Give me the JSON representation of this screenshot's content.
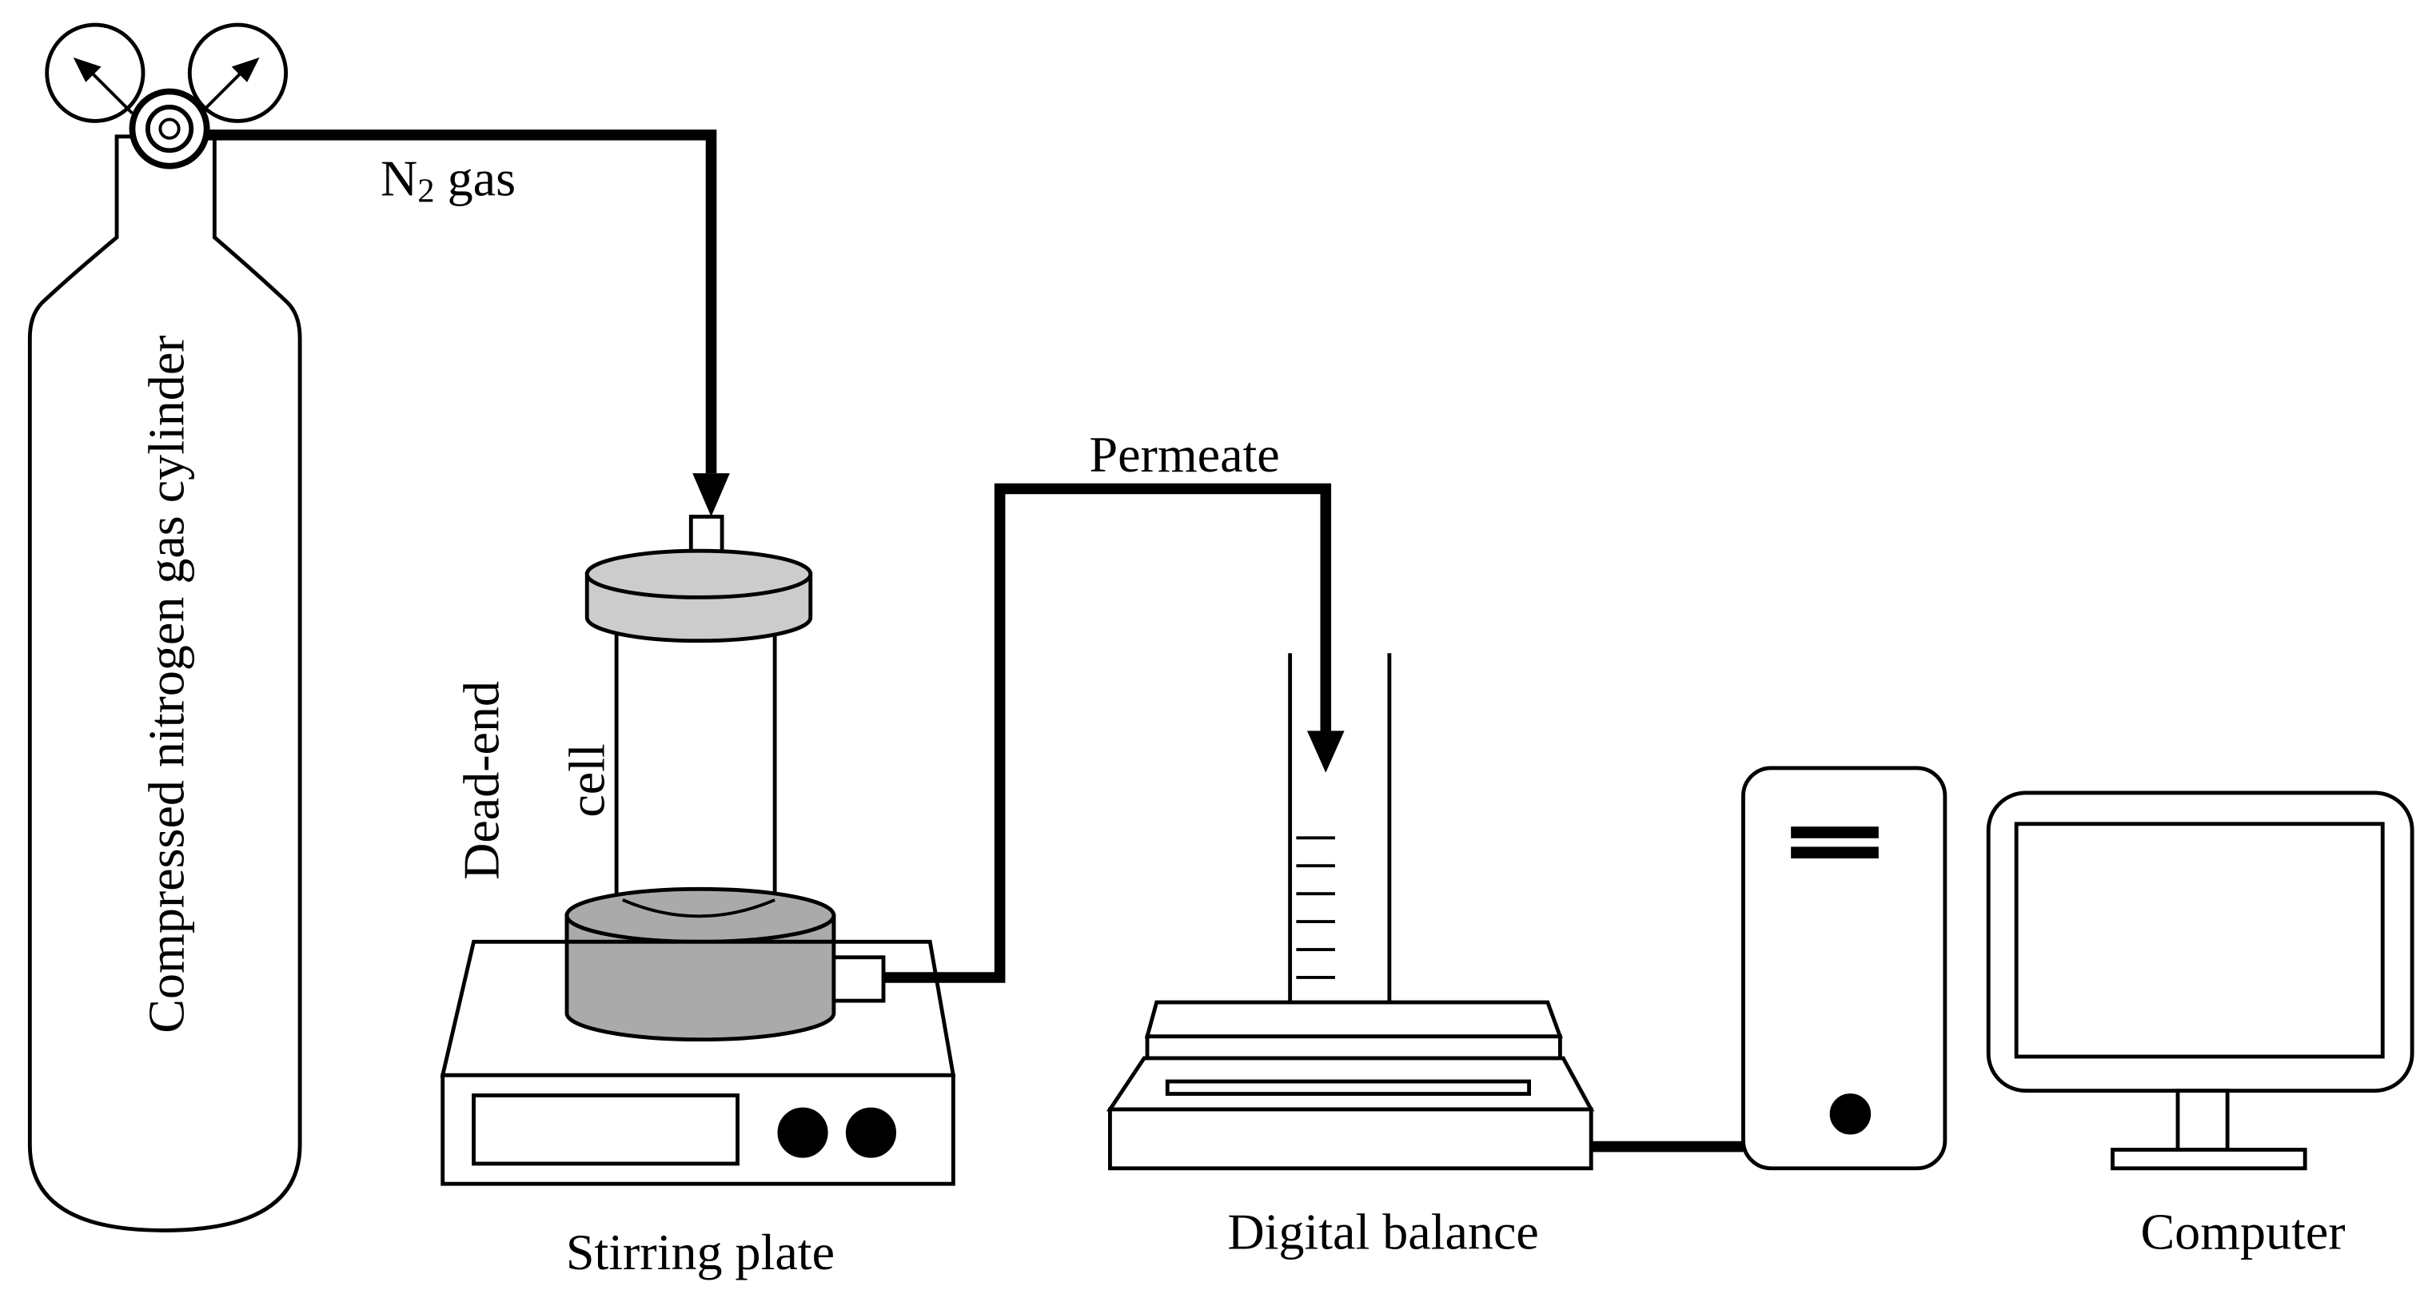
{
  "labels": {
    "cylinder": "Compressed nitrogen gas cylinder",
    "gas_main": "N",
    "gas_sub": "2",
    "gas_rest": " gas",
    "cell_line1": "Dead-end",
    "cell_line2": "cell",
    "permeate": "Permeate",
    "stirring_plate": "Stirring plate",
    "balance": "Digital balance",
    "computer": "Computer"
  },
  "colors": {
    "stroke": "#000000",
    "cap_fill": "#cccccc",
    "base_fill": "#aaaaaa",
    "background": "#ffffff"
  },
  "icons": {
    "gauges": "pressure-gauge-icon",
    "arrows": "arrow-down-icon"
  }
}
